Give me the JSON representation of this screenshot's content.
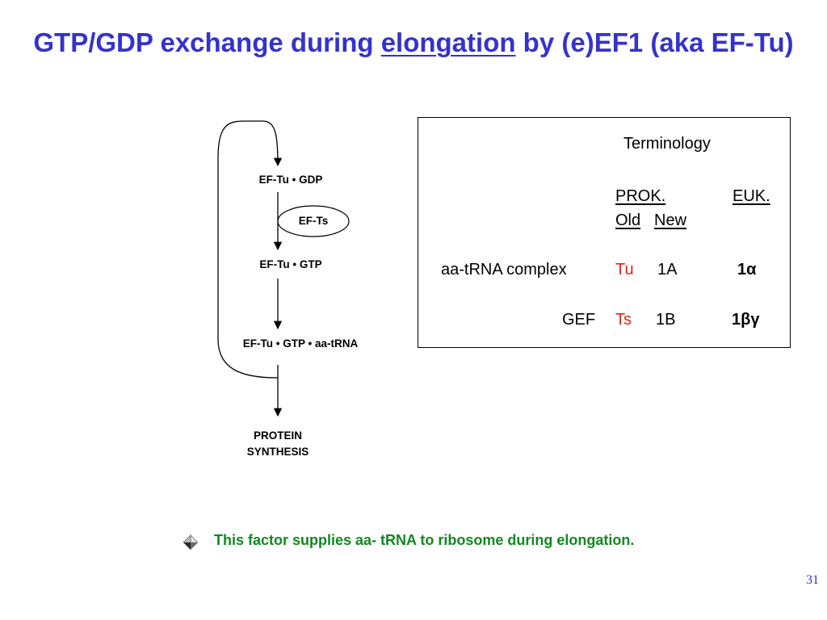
{
  "title": {
    "part1": "GTP/GDP exchange during ",
    "emph": "elongation",
    "part2": " by (e)EF1 (aka EF-Tu)"
  },
  "diagram": {
    "nodes": {
      "ef_tu_gdp": "EF-Tu • GDP",
      "ef_ts": "EF-Ts",
      "ef_tu_gtp": "EF-Tu • GTP",
      "ternary": "EF-Tu • GTP • aa-tRNA",
      "protein_1": "PROTEIN",
      "protein_2": "SYNTHESIS"
    }
  },
  "terminology": {
    "heading": "Terminology",
    "prok": " PROK.",
    "euk": "EUK.",
    "old": "Old",
    "new": "New",
    "rows": [
      {
        "label": "aa-tRNA complex",
        "old": "Tu",
        "new": "1A",
        "euk": "1α"
      },
      {
        "label": "GEF",
        "old": "Ts",
        "new": "1B",
        "euk": "1βγ"
      }
    ]
  },
  "bullet": {
    "icon": "diamond-bullet-icon",
    "text": "This factor supplies aa- tRNA to ribosome during elongation."
  },
  "page_number": "31",
  "colors": {
    "title": "#3333cc",
    "bullet_text": "#11881f",
    "highlight": "#e0231a"
  }
}
